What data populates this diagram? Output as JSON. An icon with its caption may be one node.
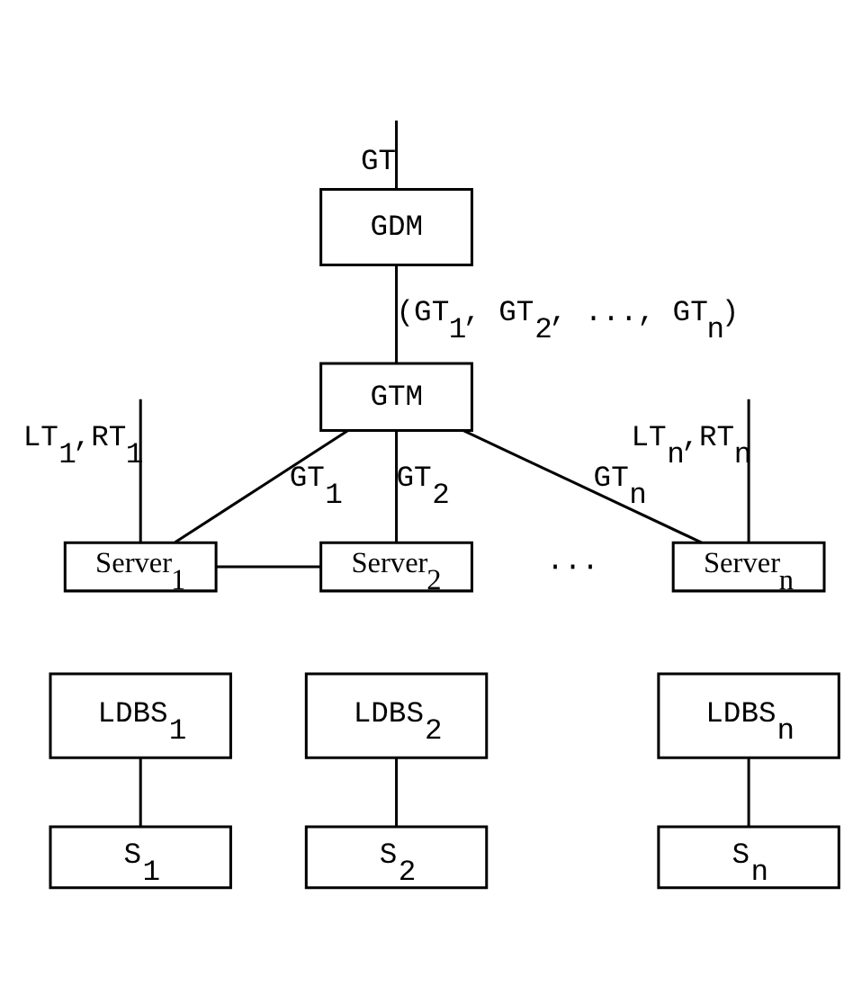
{
  "diagram": {
    "nodes": [
      {
        "text": [
          "GDM"
        ]
      },
      {
        "text": [
          "GTM"
        ]
      },
      {
        "text": [
          "Server$_{1}$"
        ]
      },
      {
        "text": [
          "Server$_{2}$"
        ]
      },
      {
        "text": [
          "Server$_{n}$"
        ]
      },
      {
        "text": [
          "LDBS$_{1}$"
        ]
      },
      {
        "text": [
          "LDBS$_{2}$"
        ]
      },
      {
        "text": [
          "LDBS$_{n}$"
        ]
      },
      {
        "text": [
          "S$_{1}$"
        ]
      },
      {
        "text": [
          "S$_{2}$"
        ]
      },
      {
        "text": [
          "S$_{n}$"
        ]
      }
    ],
    "edges": [
      {
        "from": null,
        "to": 0,
        "arrow": "none",
        "label": "GT"
      },
      {
        "from": 0,
        "to": 1,
        "arrow": "none",
        "label": "(GT$_{1}$, GT$_{2}$, ..., GT$_{n}$)"
      },
      {
        "from": 1,
        "to": 2,
        "arrow": "none",
        "label": "GT$_{1}$"
      },
      {
        "from": 1,
        "to": 3,
        "arrow": "none",
        "label": "GT$_{2}$"
      },
      {
        "from": 1,
        "to": 4,
        "arrow": "none",
        "label": "GT$_{n}$"
      },
      {
        "from": null,
        "to": 2,
        "arrow": "none",
        "label": "LT$_{1}$,RT$_{1}$"
      },
      {
        "from": null,
        "to": 4,
        "arrow": "none",
        "label": "LT$_{n}$,RT$_{n}$"
      },
      {
        "from": 2,
        "to": 3,
        "arrow": "none"
      },
      {
        "from": 5,
        "to": 8,
        "arrow": "none"
      },
      {
        "from": 6,
        "to": 9,
        "arrow": "none"
      },
      {
        "from": 7,
        "to": 10,
        "arrow": "none"
      }
    ],
    "labels": [
      "···"
    ]
  }
}
